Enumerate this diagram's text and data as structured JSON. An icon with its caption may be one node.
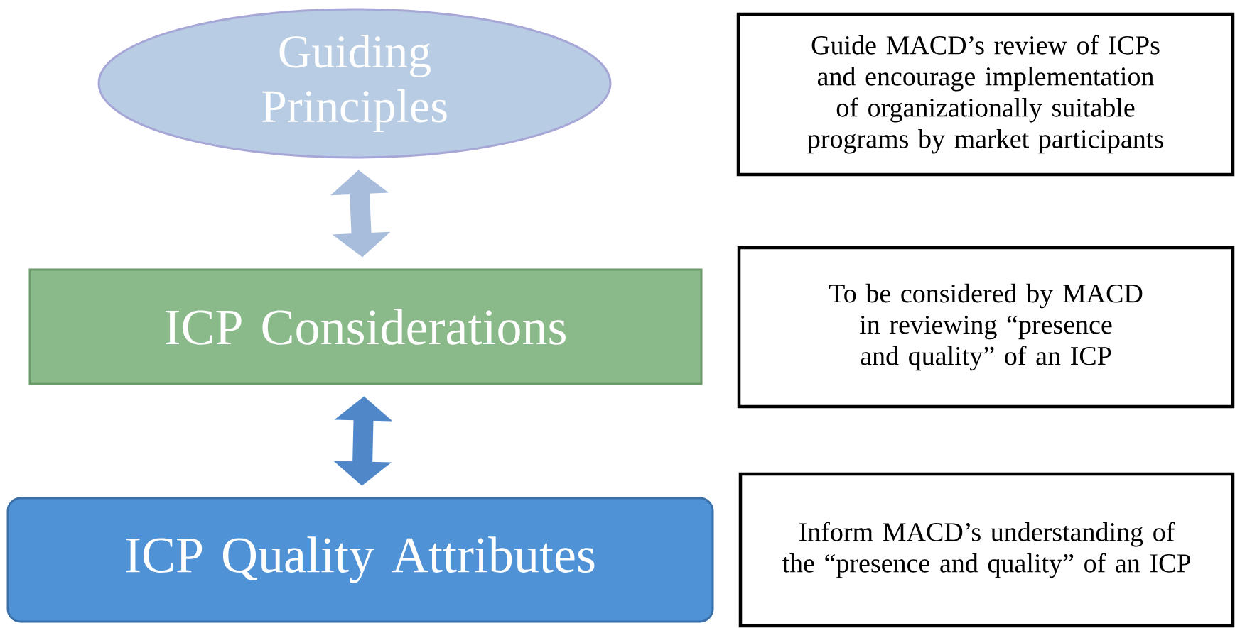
{
  "diagram": {
    "nodes": [
      {
        "text": [
          "Guiding Principles"
        ]
      },
      {
        "text": [
          "ICP Considerations"
        ]
      },
      {
        "text": [
          "ICP Quality Attributes"
        ]
      },
      {
        "text": [
          "Guide MACD’s review of ICPs and encourage implementation of organizationally suitable programs by market participants"
        ]
      },
      {
        "text": [
          "To be considered by MACD in reviewing “presence and quality” of an ICP"
        ]
      },
      {
        "text": [
          "Inform MACD’s understanding of the “presence and quality” of an ICP"
        ]
      }
    ],
    "edges": [
      {
        "from": 0,
        "to": 1,
        "arrow": "both",
        "color": "#a7bddb"
      },
      {
        "from": 1,
        "to": 2,
        "arrow": "both",
        "color": "#4f87c9"
      }
    ]
  }
}
